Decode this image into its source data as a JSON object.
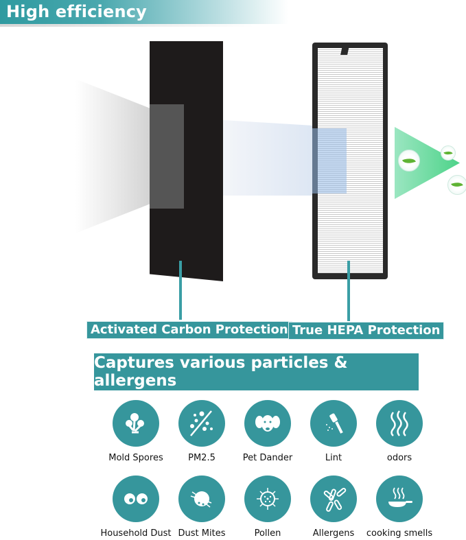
{
  "banner": {
    "title": "High efficiency"
  },
  "filters": {
    "carbon_label": "Activated Carbon Protection",
    "hepa_label": "True HEPA Protection"
  },
  "section": {
    "heading": "Captures various particles & allergens"
  },
  "particles": {
    "row1": [
      {
        "label": "Mold Spores",
        "icon": "mold-spores-icon"
      },
      {
        "label": "PM2.5",
        "icon": "pm25-icon"
      },
      {
        "label": "Pet Dander",
        "icon": "dog-icon"
      },
      {
        "label": "Lint",
        "icon": "lint-roller-icon"
      },
      {
        "label": "odors",
        "icon": "odor-waves-icon"
      }
    ],
    "row2": [
      {
        "label": "Household Dust",
        "icon": "dust-eyes-icon"
      },
      {
        "label": "Dust Mites",
        "icon": "dust-mite-icon"
      },
      {
        "label": "Pollen",
        "icon": "pollen-icon"
      },
      {
        "label": "Allergens",
        "icon": "allergens-icon"
      },
      {
        "label": "cooking smells",
        "icon": "frying-pan-icon"
      }
    ]
  },
  "colors": {
    "teal": "#36969c",
    "green_arrow": "#4dd389"
  }
}
